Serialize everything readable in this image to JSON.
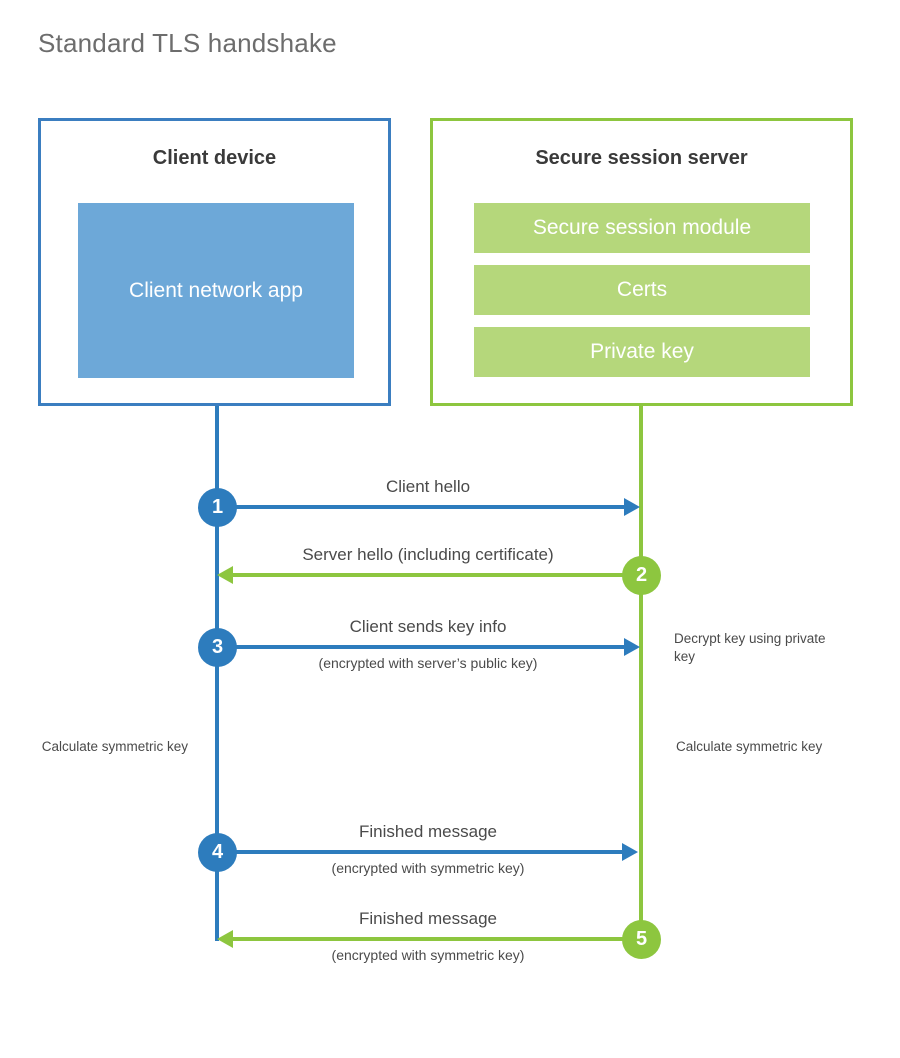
{
  "title": "Standard TLS handshake",
  "colors": {
    "client_border": "#3b7ec0",
    "client_fill": "#6da8d8",
    "server_border": "#8dc63f",
    "server_fill": "#b5d77b",
    "client_line": "#2d7cbd",
    "server_line": "#8dc63f",
    "text": "#4a4a4a",
    "title_text": "#6d6d6d"
  },
  "client": {
    "title": "Client device",
    "app_label": "Client network app"
  },
  "server": {
    "title": "Secure session server",
    "bars": [
      {
        "label": "Secure session module"
      },
      {
        "label": "Certs"
      },
      {
        "label": "Private key"
      }
    ]
  },
  "steps": [
    {
      "number": "1",
      "label": "Client hello",
      "sublabel": "",
      "direction": "client-to-server",
      "color": "blue"
    },
    {
      "number": "2",
      "label": "Server hello (including certificate)",
      "sublabel": "",
      "direction": "server-to-client",
      "color": "green"
    },
    {
      "number": "3",
      "label": "Client sends key info",
      "sublabel": "(encrypted with server’s public key)",
      "direction": "client-to-server",
      "color": "blue"
    },
    {
      "number": "4",
      "label": "Finished message",
      "sublabel": "(encrypted with symmetric key)",
      "direction": "client-to-server",
      "color": "blue"
    },
    {
      "number": "5",
      "label": "Finished message",
      "sublabel": "(encrypted with symmetric key)",
      "direction": "server-to-client",
      "color": "green"
    }
  ],
  "notes": {
    "decrypt_key": "Decrypt key using private key",
    "calc_key_client": "Calculate symmetric key",
    "calc_key_server": "Calculate symmetric key"
  }
}
